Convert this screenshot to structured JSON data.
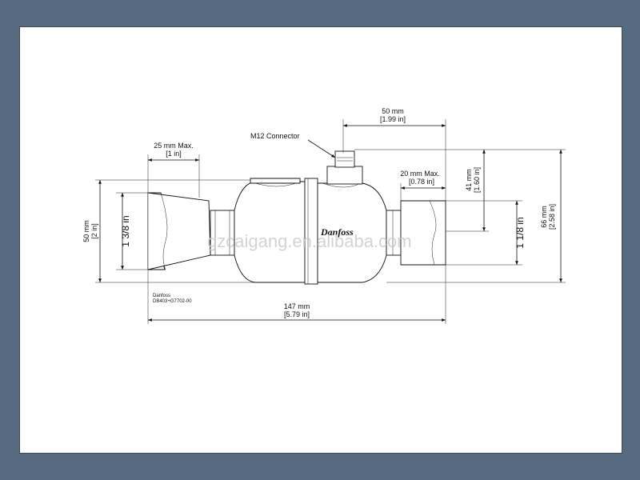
{
  "drawing": {
    "watermark": "gzcaigang.en.alibaba.com",
    "brand_on_body": "Danfoss",
    "callout": "M12 Connector",
    "caption": {
      "brand": "Danfoss",
      "code": "DB403+G7702-00"
    },
    "dims": {
      "connector_width": {
        "metric": "50 mm",
        "imperial": "[1.99 in]"
      },
      "left_socket": {
        "metric": "25 mm Max.",
        "imperial": "[1 in]"
      },
      "right_socket": {
        "metric": "20 mm Max.",
        "imperial": "[0.78 in]"
      },
      "left_height": {
        "metric": "50 mm",
        "imperial": "[2 in]"
      },
      "left_fitting": "1 3/8 in",
      "right_fitting": "1 1/8 in",
      "connector_height": {
        "metric": "41 mm",
        "imperial": "[1.60 in]"
      },
      "overall_height": {
        "metric": "66 mm",
        "imperial": "[2.58 in]"
      },
      "overall_length": {
        "metric": "147 mm",
        "imperial": "[5.79 in]"
      }
    }
  }
}
